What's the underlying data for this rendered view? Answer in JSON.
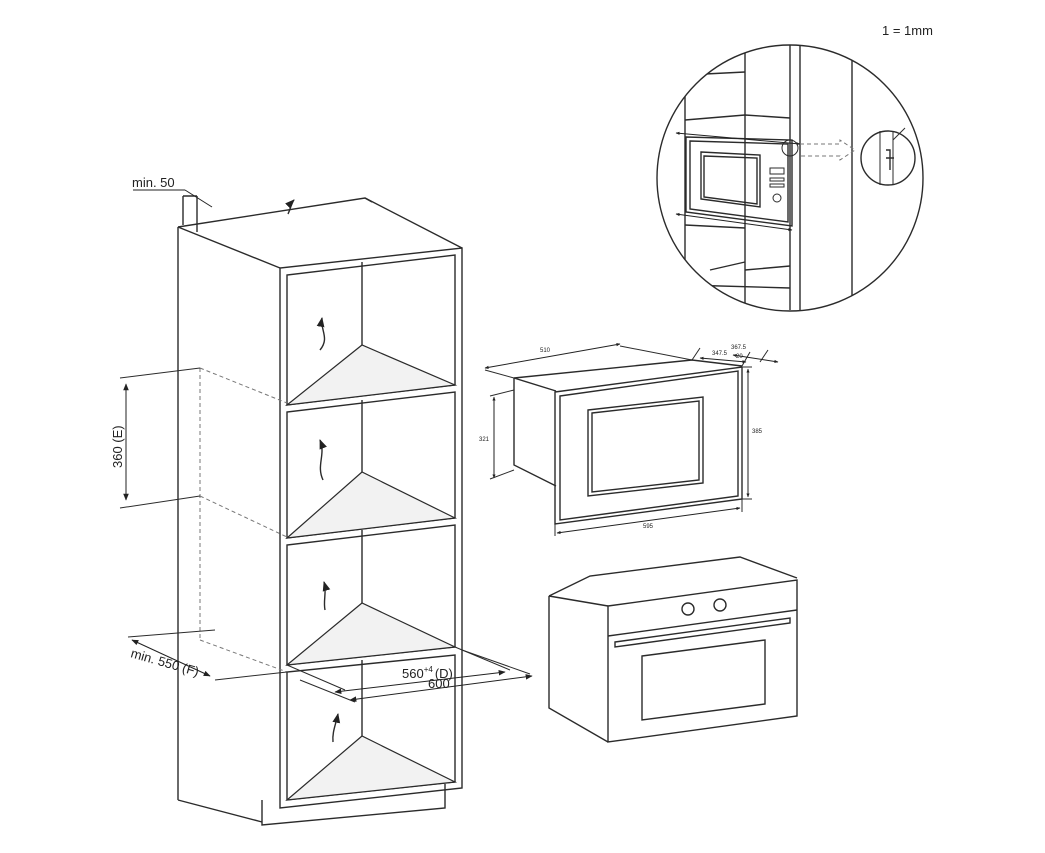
{
  "scale_note": "1 = 1mm",
  "cabinet_labels": {
    "min_top": "min. 50",
    "niche_height": "360 (E)",
    "min_depth": "min. 550 (F)",
    "niche_depth": "560",
    "niche_depth_tol": "+4",
    "niche_depth_code": "(D)",
    "cabinet_depth": "600"
  },
  "appliance_dims": {
    "depth": "510",
    "dim_a": "347.5",
    "dim_b": "367.5",
    "dim_c": "20",
    "body_height": "321",
    "front_height": "385",
    "front_width": "595"
  }
}
